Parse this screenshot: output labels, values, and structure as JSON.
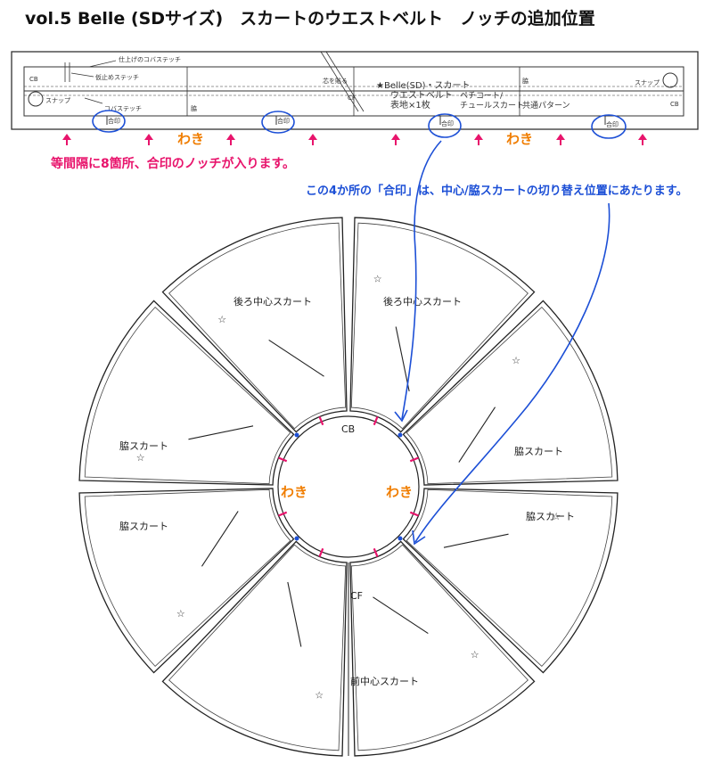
{
  "title": "vol.5 Belle (SDサイズ)　スカートのウエストベルト　ノッチの追加位置",
  "belt": {
    "label_cb_left": "CB",
    "label_cb_right": "CB",
    "label_topstitch_top": "仕上げのコバステッチ",
    "label_basting": "仮止めステッチ",
    "label_topstitch_bottom": "コバステッチ",
    "label_snap_left": "スナップ",
    "label_snap_right": "スナップ",
    "label_interfacing": "芯を貼る",
    "label_cf": "CF",
    "label_side_1": "脇",
    "label_side_2": "脇",
    "label_piece_title": "★Belle(SD)・スカート",
    "label_piece_sub1": "ウエストベルト",
    "label_piece_sub2": "表地×1枚",
    "label_petticoat": "ペチコート/",
    "label_tulle": "チュールスカート",
    "label_common": "共通パターン",
    "label_match_mark": "合印"
  },
  "annotations": {
    "waki": "わき",
    "notch_note": "等間隔に8箇所、合印のノッチが入ります。",
    "match_note": "この4か所の「合印」は、中心/脇スカートの切り替え位置にあたります。"
  },
  "skirt": {
    "label_cb": "CB",
    "label_cf": "CF",
    "label_back_center_left": "後ろ中心スカート",
    "label_back_center_right": "後ろ中心スカート",
    "label_side_upper_left": "脇スカート",
    "label_side_upper_right": "脇スカート",
    "label_side_lower_left": "脇スカート",
    "label_side_lower_right": "脇スカート",
    "label_front_center": "前中心スカート",
    "label_waki_left": "わき",
    "label_waki_right": "わき"
  },
  "colors": {
    "pink": "#e8146c",
    "orange": "#f07d00",
    "blue": "#1c4fd6",
    "line": "#222222",
    "pattern": "#333333"
  }
}
